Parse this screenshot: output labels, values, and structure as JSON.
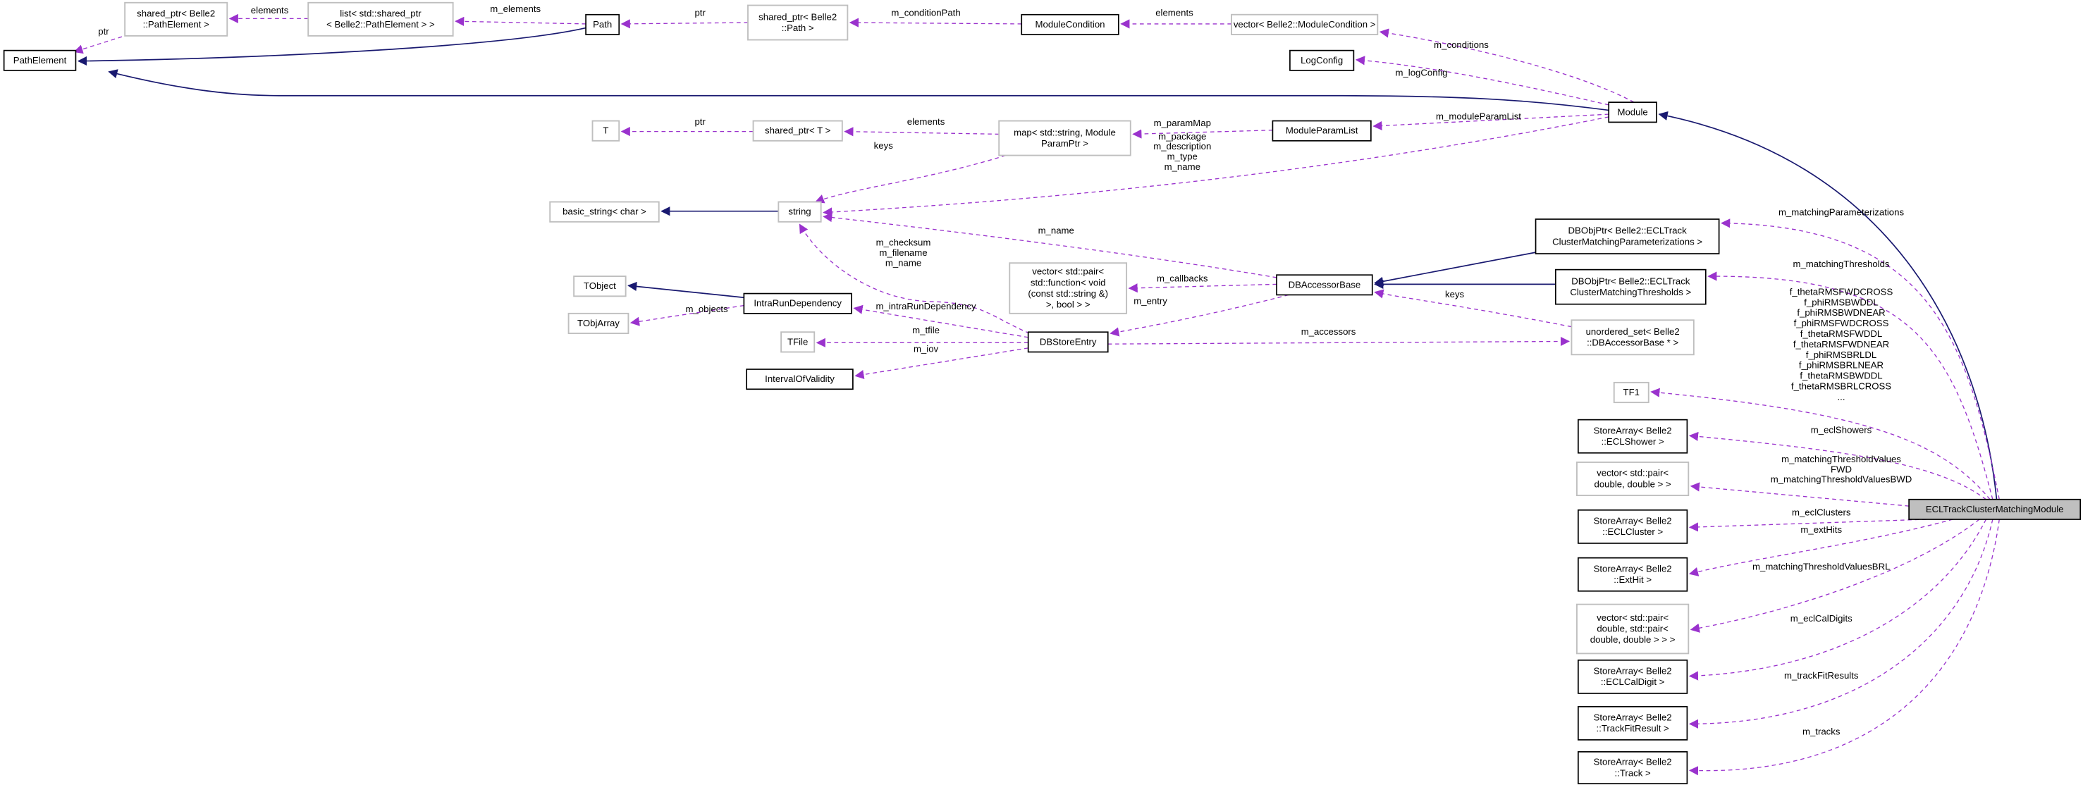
{
  "title": "ECLTrackClusterMatchingModule collaboration diagram",
  "colors": {
    "inheritance": "#191970",
    "usage": "#9a32cd",
    "documented_border": "#000000",
    "external_border": "#bfbfbf",
    "highlight_fill": "#bfbfbf"
  },
  "nodes": [
    {
      "id": "PathElement",
      "lines": [
        "PathElement"
      ],
      "kind": "documented"
    },
    {
      "id": "sp_PathElement",
      "lines": [
        "shared_ptr< Belle2",
        "::PathElement >"
      ],
      "kind": "external"
    },
    {
      "id": "list_sp",
      "lines": [
        "list< std::shared_ptr",
        "< Belle2::PathElement > >"
      ],
      "kind": "external"
    },
    {
      "id": "Path",
      "lines": [
        "Path"
      ],
      "kind": "documented"
    },
    {
      "id": "sp_Path",
      "lines": [
        "shared_ptr< Belle2",
        "::Path >"
      ],
      "kind": "external"
    },
    {
      "id": "ModuleCondition",
      "lines": [
        "ModuleCondition"
      ],
      "kind": "documented"
    },
    {
      "id": "vec_ModuleCondition",
      "lines": [
        "vector< Belle2::ModuleCondition >"
      ],
      "kind": "external"
    },
    {
      "id": "LogConfig",
      "lines": [
        "LogConfig"
      ],
      "kind": "documented"
    },
    {
      "id": "Module",
      "lines": [
        "Module"
      ],
      "kind": "documented"
    },
    {
      "id": "T",
      "lines": [
        "T"
      ],
      "kind": "external"
    },
    {
      "id": "sp_T",
      "lines": [
        "shared_ptr< T >"
      ],
      "kind": "external"
    },
    {
      "id": "map_param",
      "lines": [
        "map< std::string, Module",
        "ParamPtr >"
      ],
      "kind": "external"
    },
    {
      "id": "ModuleParamList",
      "lines": [
        "ModuleParamList"
      ],
      "kind": "documented"
    },
    {
      "id": "basic_string",
      "lines": [
        "basic_string< char >"
      ],
      "kind": "external"
    },
    {
      "id": "string",
      "lines": [
        "string"
      ],
      "kind": "external"
    },
    {
      "id": "DBObjPtr_params",
      "lines": [
        "DBObjPtr< Belle2::ECLTrack",
        "ClusterMatchingParameterizations >"
      ],
      "kind": "documented"
    },
    {
      "id": "DBObjPtr_thresholds",
      "lines": [
        "DBObjPtr< Belle2::ECLTrack",
        "ClusterMatchingThresholds >"
      ],
      "kind": "documented"
    },
    {
      "id": "DBAccessorBase",
      "lines": [
        "DBAccessorBase"
      ],
      "kind": "documented"
    },
    {
      "id": "vec_callbacks",
      "lines": [
        "vector< std::pair<",
        "std::function< void",
        "(const std::string &)",
        ">, bool > >"
      ],
      "kind": "external"
    },
    {
      "id": "TObject",
      "lines": [
        "TObject"
      ],
      "kind": "external"
    },
    {
      "id": "IntraRunDependency",
      "lines": [
        "IntraRunDependency"
      ],
      "kind": "documented"
    },
    {
      "id": "TObjArray",
      "lines": [
        "TObjArray"
      ],
      "kind": "external"
    },
    {
      "id": "TFile",
      "lines": [
        "TFile"
      ],
      "kind": "external"
    },
    {
      "id": "DBStoreEntry",
      "lines": [
        "DBStoreEntry"
      ],
      "kind": "documented"
    },
    {
      "id": "unordered_set",
      "lines": [
        "unordered_set< Belle2",
        "::DBAccessorBase * >"
      ],
      "kind": "external"
    },
    {
      "id": "IntervalOfValidity",
      "lines": [
        "IntervalOfValidity"
      ],
      "kind": "documented"
    },
    {
      "id": "TF1",
      "lines": [
        "TF1"
      ],
      "kind": "external"
    },
    {
      "id": "SA_ECLShower",
      "lines": [
        "StoreArray< Belle2",
        "::ECLShower >"
      ],
      "kind": "documented"
    },
    {
      "id": "vec_pair_dd",
      "lines": [
        "vector< std::pair<",
        "double, double > >"
      ],
      "kind": "external"
    },
    {
      "id": "ECLTrackClusterMatchingModule",
      "lines": [
        "ECLTrackClusterMatchingModule"
      ],
      "kind": "highlight"
    },
    {
      "id": "SA_ECLCluster",
      "lines": [
        "StoreArray< Belle2",
        "::ECLCluster >"
      ],
      "kind": "documented"
    },
    {
      "id": "SA_ExtHit",
      "lines": [
        "StoreArray< Belle2",
        "::ExtHit >"
      ],
      "kind": "documented"
    },
    {
      "id": "vec_pair_d_pair",
      "lines": [
        "vector< std::pair<",
        "double, std::pair<",
        "double, double > > >"
      ],
      "kind": "external"
    },
    {
      "id": "SA_ECLCalDigit",
      "lines": [
        "StoreArray< Belle2",
        "::ECLCalDigit >"
      ],
      "kind": "documented"
    },
    {
      "id": "SA_TrackFitResult",
      "lines": [
        "StoreArray< Belle2",
        "::TrackFitResult >"
      ],
      "kind": "documented"
    },
    {
      "id": "SA_Track",
      "lines": [
        "StoreArray< Belle2",
        "::Track >"
      ],
      "kind": "documented"
    }
  ],
  "edges": [
    {
      "from": "Path",
      "to": "PathElement",
      "type": "inheritance",
      "labels": []
    },
    {
      "from": "Module",
      "to": "PathElement",
      "type": "inheritance",
      "labels": []
    },
    {
      "from": "ECLTrackClusterMatchingModule",
      "to": "Module",
      "type": "inheritance",
      "labels": []
    },
    {
      "from": "DBObjPtr_params",
      "to": "DBAccessorBase",
      "type": "inheritance",
      "labels": []
    },
    {
      "from": "DBObjPtr_thresholds",
      "to": "DBAccessorBase",
      "type": "inheritance",
      "labels": []
    },
    {
      "from": "string",
      "to": "basic_string",
      "type": "inheritance",
      "labels": []
    },
    {
      "from": "IntraRunDependency",
      "to": "TObject",
      "type": "inheritance",
      "labels": []
    },
    {
      "from": "sp_PathElement",
      "to": "PathElement",
      "type": "usage",
      "labels": [
        "ptr"
      ]
    },
    {
      "from": "list_sp",
      "to": "sp_PathElement",
      "type": "usage",
      "labels": [
        "elements"
      ]
    },
    {
      "from": "Path",
      "to": "list_sp",
      "type": "usage",
      "labels": [
        "m_elements"
      ]
    },
    {
      "from": "sp_Path",
      "to": "Path",
      "type": "usage",
      "labels": [
        "ptr"
      ]
    },
    {
      "from": "ModuleCondition",
      "to": "sp_Path",
      "type": "usage",
      "labels": [
        "m_conditionPath"
      ]
    },
    {
      "from": "vec_ModuleCondition",
      "to": "ModuleCondition",
      "type": "usage",
      "labels": [
        "elements"
      ]
    },
    {
      "from": "Module",
      "to": "vec_ModuleCondition",
      "type": "usage",
      "labels": [
        "m_conditions"
      ]
    },
    {
      "from": "Module",
      "to": "LogConfig",
      "type": "usage",
      "labels": [
        "m_logConfig"
      ]
    },
    {
      "from": "Module",
      "to": "ModuleParamList",
      "type": "usage",
      "labels": [
        "m_moduleParamList"
      ]
    },
    {
      "from": "Module",
      "to": "string",
      "type": "usage",
      "labels": [
        "m_package",
        "m_description",
        "m_type",
        "m_name"
      ]
    },
    {
      "from": "ModuleParamList",
      "to": "map_param",
      "type": "usage",
      "labels": [
        "m_paramMap"
      ]
    },
    {
      "from": "map_param",
      "to": "sp_T",
      "type": "usage",
      "labels": [
        "elements"
      ]
    },
    {
      "from": "sp_T",
      "to": "T",
      "type": "usage",
      "labels": [
        "ptr"
      ]
    },
    {
      "from": "map_param",
      "to": "string",
      "type": "usage",
      "labels": [
        "keys"
      ]
    },
    {
      "from": "DBAccessorBase",
      "to": "string",
      "type": "usage",
      "labels": [
        "m_name"
      ]
    },
    {
      "from": "DBStoreEntry",
      "to": "string",
      "type": "usage",
      "labels": [
        "m_checksum",
        "m_filename",
        "m_name"
      ]
    },
    {
      "from": "DBAccessorBase",
      "to": "vec_callbacks",
      "type": "usage",
      "labels": [
        "m_callbacks"
      ]
    },
    {
      "from": "DBAccessorBase",
      "to": "DBStoreEntry",
      "type": "usage",
      "labels": [
        "m_entry"
      ]
    },
    {
      "from": "DBStoreEntry",
      "to": "IntraRunDependency",
      "type": "usage",
      "labels": [
        "m_intraRunDependency"
      ]
    },
    {
      "from": "DBStoreEntry",
      "to": "TFile",
      "type": "usage",
      "labels": [
        "m_tfile"
      ]
    },
    {
      "from": "DBStoreEntry",
      "to": "IntervalOfValidity",
      "type": "usage",
      "labels": [
        "m_iov"
      ]
    },
    {
      "from": "IntraRunDependency",
      "to": "TObjArray",
      "type": "usage",
      "labels": [
        "m_objects"
      ]
    },
    {
      "from": "DBStoreEntry",
      "to": "unordered_set",
      "type": "usage",
      "labels": [
        "m_accessors"
      ]
    },
    {
      "from": "unordered_set",
      "to": "DBAccessorBase",
      "type": "usage",
      "labels": [
        "keys"
      ]
    },
    {
      "from": "ECLTrackClusterMatchingModule",
      "to": "DBObjPtr_params",
      "type": "usage",
      "labels": [
        "m_matchingParameterizations"
      ]
    },
    {
      "from": "ECLTrackClusterMatchingModule",
      "to": "DBObjPtr_thresholds",
      "type": "usage",
      "labels": [
        "m_matchingThresholds"
      ]
    },
    {
      "from": "ECLTrackClusterMatchingModule",
      "to": "TF1",
      "type": "usage",
      "labels": [
        "f_thetaRMSFWDCROSS",
        "f_phiRMSBWDDL",
        "f_phiRMSBWDNEAR",
        "f_phiRMSFWDCROSS",
        "f_thetaRMSFWDDL",
        "f_thetaRMSFWDNEAR",
        "f_phiRMSBRLDL",
        "f_phiRMSBRLNEAR",
        "f_thetaRMSBWDDL",
        "f_thetaRMSBRLCROSS",
        "..."
      ]
    },
    {
      "from": "ECLTrackClusterMatchingModule",
      "to": "SA_ECLShower",
      "type": "usage",
      "labels": [
        "m_eclShowers"
      ]
    },
    {
      "from": "ECLTrackClusterMatchingModule",
      "to": "vec_pair_dd",
      "type": "usage",
      "labels": [
        "m_matchingThresholdValues",
        "FWD",
        "m_matchingThresholdValuesBWD"
      ]
    },
    {
      "from": "ECLTrackClusterMatchingModule",
      "to": "SA_ECLCluster",
      "type": "usage",
      "labels": [
        "m_eclClusters"
      ]
    },
    {
      "from": "ECLTrackClusterMatchingModule",
      "to": "SA_ExtHit",
      "type": "usage",
      "labels": [
        "m_extHits"
      ]
    },
    {
      "from": "ECLTrackClusterMatchingModule",
      "to": "vec_pair_d_pair",
      "type": "usage",
      "labels": [
        "m_matchingThresholdValuesBRL"
      ]
    },
    {
      "from": "ECLTrackClusterMatchingModule",
      "to": "SA_ECLCalDigit",
      "type": "usage",
      "labels": [
        "m_eclCalDigits"
      ]
    },
    {
      "from": "ECLTrackClusterMatchingModule",
      "to": "SA_TrackFitResult",
      "type": "usage",
      "labels": [
        "m_trackFitResults"
      ]
    },
    {
      "from": "ECLTrackClusterMatchingModule",
      "to": "SA_Track",
      "type": "usage",
      "labels": [
        "m_tracks"
      ]
    }
  ]
}
